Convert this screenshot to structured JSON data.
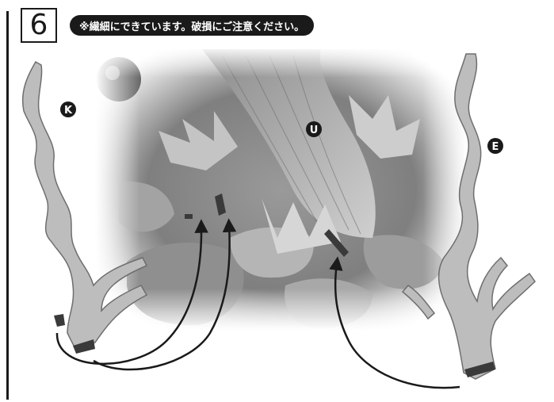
{
  "step": {
    "number": "6"
  },
  "caution": {
    "text": "※繊細にできています。破損にご注意ください。"
  },
  "parts": {
    "k": {
      "label": "K"
    },
    "u": {
      "label": "U"
    },
    "e": {
      "label": "E"
    }
  },
  "colors": {
    "ink": "#1a1a1a",
    "part_fill": "#bdbdbd",
    "part_stroke": "#6e6e6e",
    "peg": "#3a3a3a"
  }
}
